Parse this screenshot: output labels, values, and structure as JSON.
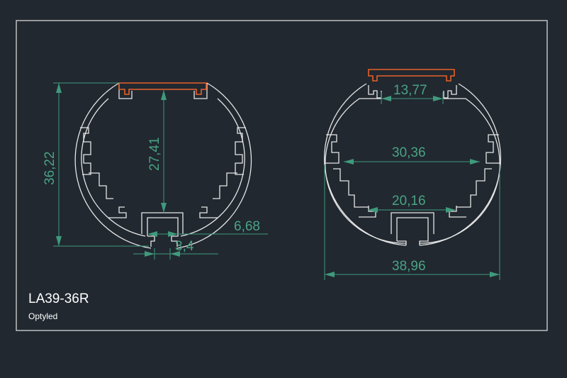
{
  "drawing": {
    "title": "LA39-36R",
    "brand": "Optyled",
    "colors": {
      "background": "#212830",
      "profile": "#e6e6e6",
      "lens": "#e8602a",
      "dimension": "#3f9a7c"
    },
    "left_view": {
      "dims": {
        "height": "36,22",
        "inner_height": "27,41",
        "slot_width": "6,68",
        "slot_opening": "3,4"
      }
    },
    "right_view": {
      "dims": {
        "top_opening": "13,77",
        "inner_width": "30,36",
        "lower_width": "20,16",
        "outer_width": "38,96"
      }
    }
  }
}
